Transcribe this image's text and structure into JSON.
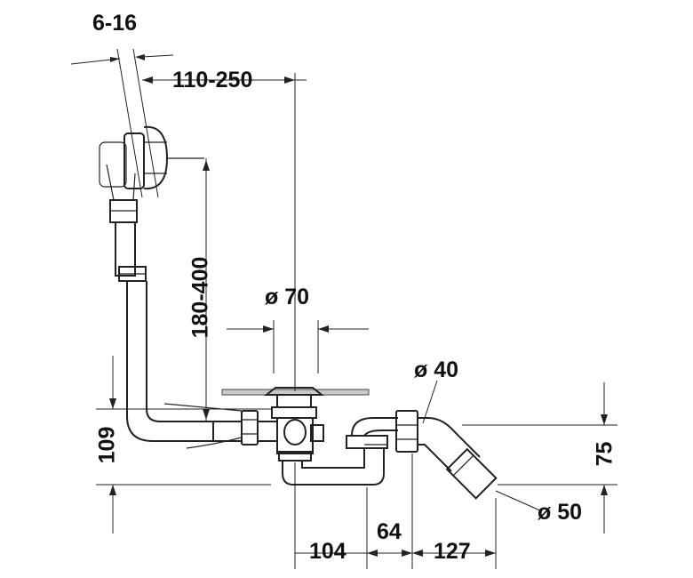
{
  "dimensions": {
    "flange_range": "6-16",
    "overflow_offset": "110-250",
    "overflow_height": "180-400",
    "drain_diameter": "ø 70",
    "inner_diameter": "ø 40",
    "outer_diameter": "ø 50",
    "seal_height": "109",
    "outlet_height": "75",
    "drain_to_trap": "104",
    "trap_width": "64",
    "trap_to_outlet": "127"
  },
  "colors": {
    "line": "#222222",
    "shade": "#c9c9c9"
  }
}
